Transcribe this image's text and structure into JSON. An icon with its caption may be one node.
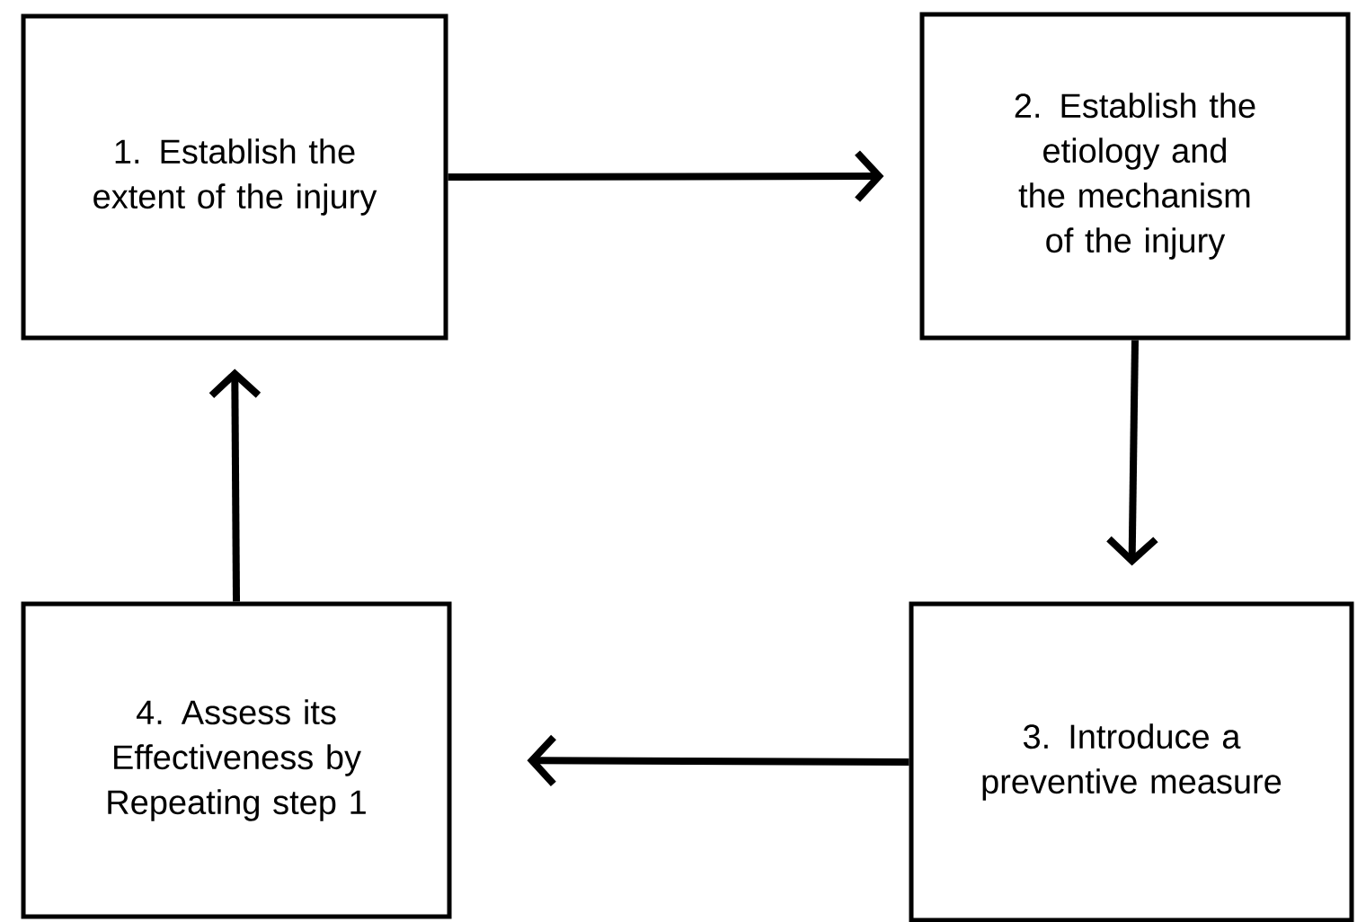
{
  "diagram": {
    "nodes": [
      {
        "text": [
          "1. Establish the extent of the injury"
        ]
      },
      {
        "text": [
          "2. Establish the etiology and the mechanism of the injury"
        ]
      },
      {
        "text": [
          "3. Introduce a preventive measure"
        ]
      },
      {
        "text": [
          "4. Assess its Effectiveness by Repeating step 1"
        ]
      }
    ],
    "edges": [
      {
        "from": 0,
        "to": 1,
        "arrow": "to"
      },
      {
        "from": 1,
        "to": 2,
        "arrow": "to"
      },
      {
        "from": 2,
        "to": 3,
        "arrow": "to"
      },
      {
        "from": 3,
        "to": 0,
        "arrow": "to"
      }
    ]
  }
}
